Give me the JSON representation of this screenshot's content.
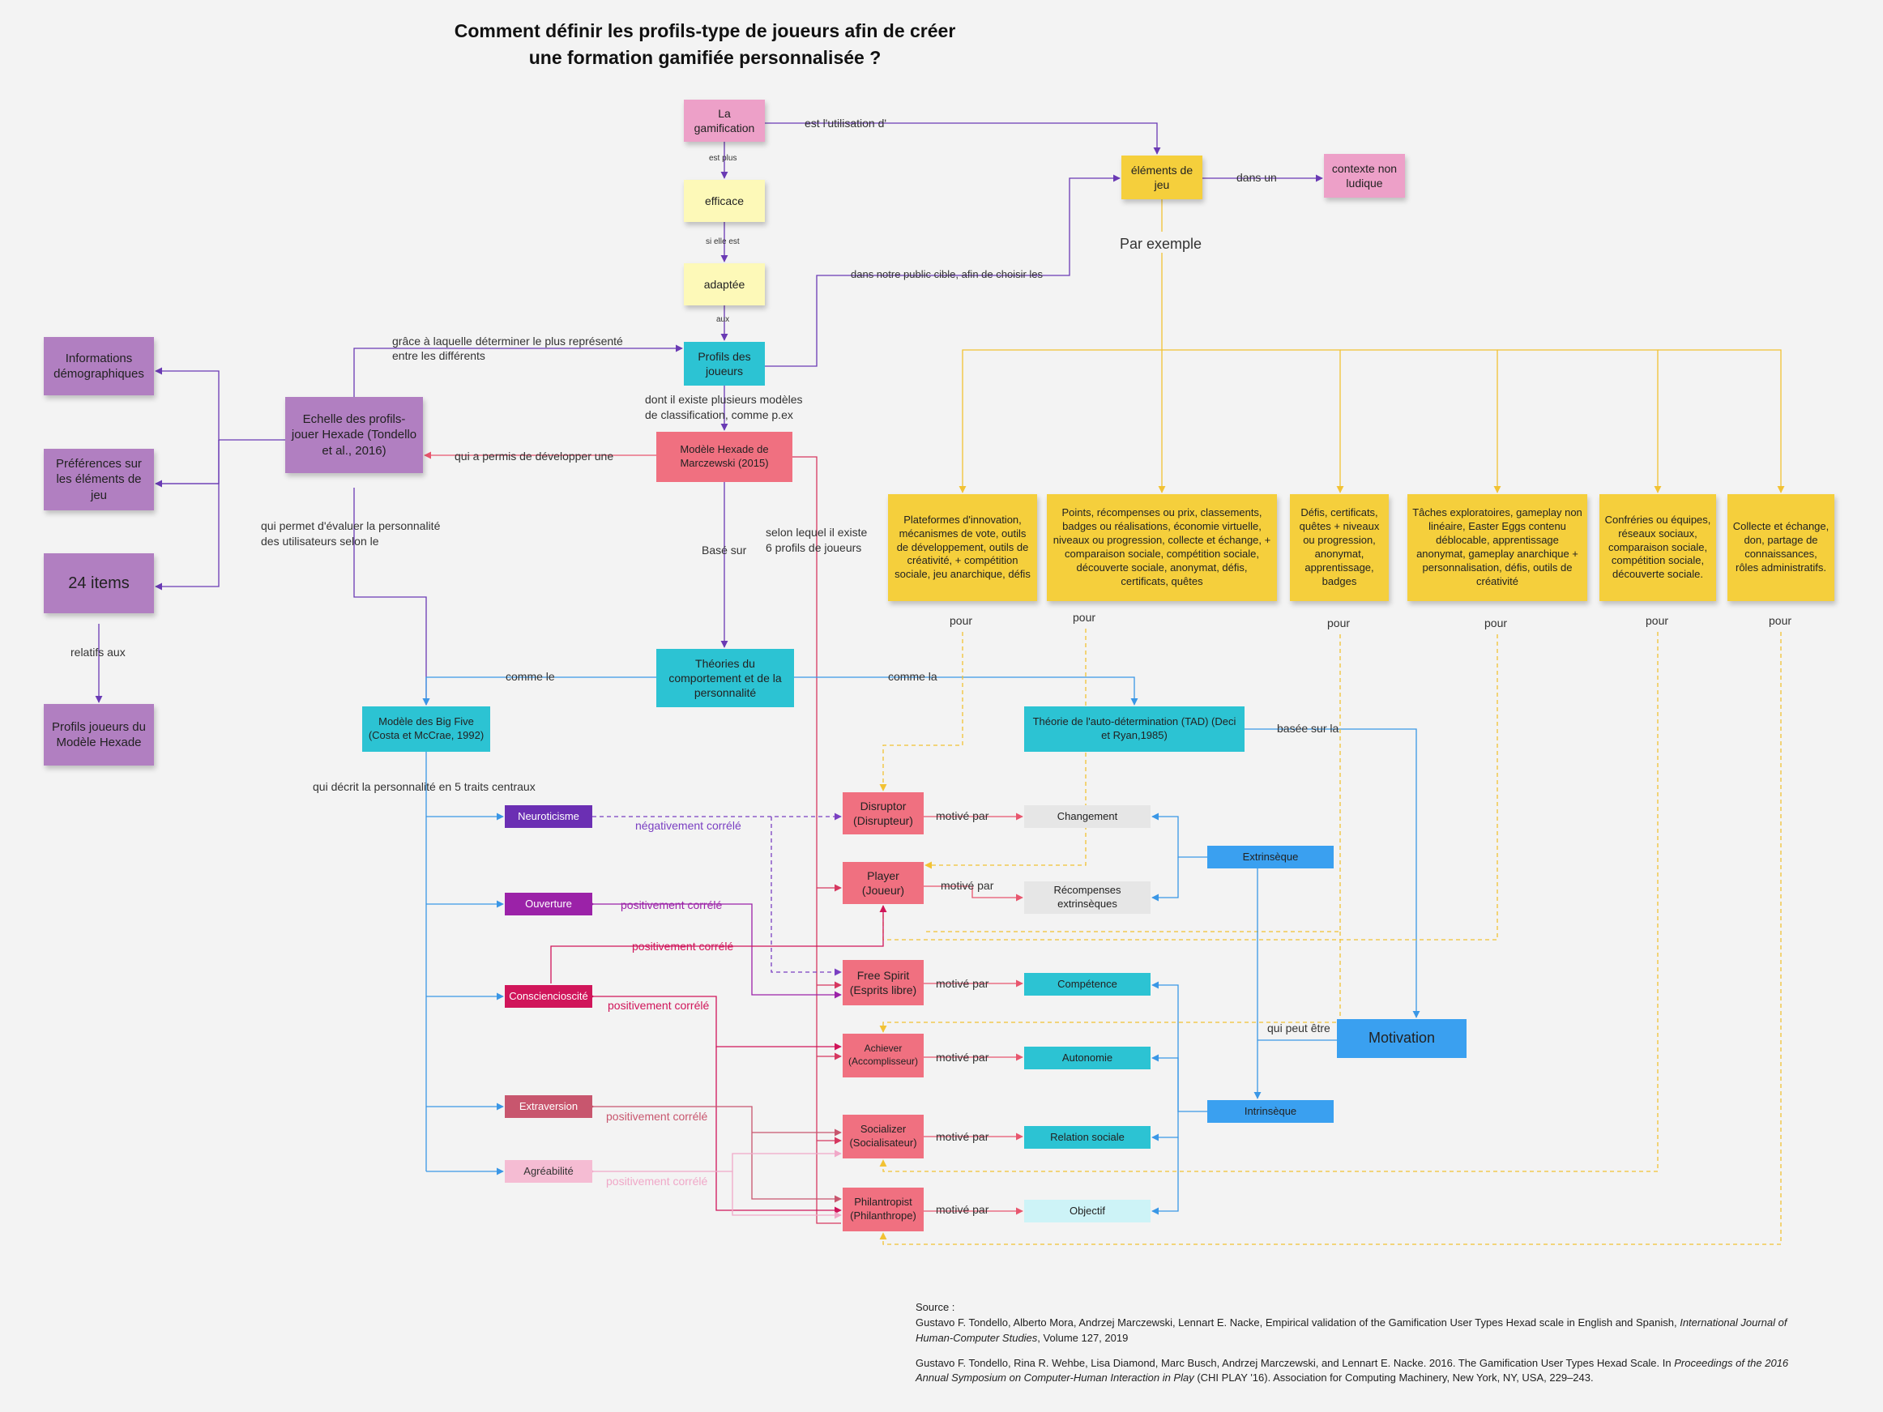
{
  "title": {
    "line1": "Comment définir les profils-type de joueurs afin de créer",
    "line2": "une formation gamifiée personnalisée ?"
  },
  "colors": {
    "pink": "#eda0c8",
    "yellow_light": "#fdf9b8",
    "yellow": "#f5cf3c",
    "cyan": "#2cc3d3",
    "red": "#f07080",
    "purple_light": "#b17fc1",
    "blue": "#3aa0f0",
    "gray": "#e6e6e6",
    "cyan_light": "#cdf3f7"
  },
  "nodes": {
    "gamification": "La gamification",
    "efficace": "efficace",
    "adaptee": "adaptée",
    "profils": "Profils des joueurs",
    "elements": "éléments de jeu",
    "contexte": "contexte non ludique",
    "hexade": "Modèle Hexade de Marczewski (2015)",
    "echelle": "Echelle des profils-jouer Hexade (Tondello et al., 2016)",
    "info_demo": "Informations démographiques",
    "preferences": "Préférences sur les éléments de jeu",
    "items24": "24 items",
    "profils_hexade": "Profils joueurs du Modèle Hexade",
    "theories": "Théories du comportement et de la personnalité",
    "bigfive": "Modèle des Big Five (Costa et McCrae, 1992)",
    "tad": "Théorie de l'auto-détermination (TAD) (Deci et Ryan,1985)",
    "neuroticisme": "Neuroticisme",
    "ouverture": "Ouverture",
    "conscienciosite": "Consciencioscité",
    "extraversion": "Extraversion",
    "agreabilite": "Agréabilité",
    "disruptor": "Disruptor (Disrupteur)",
    "player": "Player (Joueur)",
    "freespirit": "Free Spirit (Esprits libre)",
    "achiever": "Achiever (Accomplisseur)",
    "socializer": "Socializer (Socialisateur)",
    "philanthropist": "Philantropist (Philanthrope)",
    "changement": "Changement",
    "recompenses": "Récompenses extrinsèques",
    "competence": "Compétence",
    "autonomie": "Autonomie",
    "relation": "Relation sociale",
    "objectif": "Objectif",
    "extrinseque": "Extrinsèque",
    "intrinseque": "Intrinsèque",
    "motivation": "Motivation",
    "ex1": "Plateformes d'innovation, mécanismes de vote, outils de développement, outils de créativité, + compétition sociale, jeu anarchique, défis",
    "ex2": "Points, récompenses ou prix, classements, badges ou réalisations, économie virtuelle, niveaux ou progression, collecte et échange, + comparaison sociale, compétition sociale, découverte sociale, anonymat, défis, certificats, quêtes",
    "ex3": "Défis, certificats, quêtes + niveaux ou progression, anonymat, apprentissage, badges",
    "ex4": "Tâches exploratoires, gameplay non linéaire, Easter Eggs contenu déblocable, apprentissage anonymat, gameplay anarchique + personnalisation, défis, outils de créativité",
    "ex5": "Confréries ou équipes, réseaux sociaux, comparaison sociale, compétition sociale, découverte sociale.",
    "ex6": "Collecte et échange, don, partage de connaissances, rôles administratifs."
  },
  "labels": {
    "est_utilisation": "est l'utilisation d'",
    "est_plus": "est plus",
    "si_elle_est": "si elle est",
    "aux": "aux",
    "dans_un": "dans un",
    "par_exemple": "Par exemple",
    "dans_public": "dans notre public cible, afin de choisir les",
    "grace_1": "grâce à laquelle déterminer le plus représenté",
    "grace_2": "entre les différents",
    "dont_1": "dont il existe plusieurs modèles",
    "dont_2": "de classification, comme p.ex",
    "qui_permis": "qui a permis de développer une",
    "qui_evaluer_1": "qui permet d'évaluer la personnalité",
    "qui_evaluer_2": "des utilisateurs selon le",
    "relatifs": "relatifs aux",
    "base_sur": "Basé sur",
    "selon_1": "selon lequel il existe",
    "selon_2": "6 profils de joueurs",
    "comme_le": "comme le",
    "comme_la": "comme la",
    "basee_sur": "basée sur la",
    "qui_decrit": "qui décrit la personnalité en 5 traits centraux",
    "neg_correle": "négativement corrélé",
    "pos_correle": "positivement corrélé",
    "motive_par": "motivé par",
    "qui_peut": "qui peut être",
    "pour": "pour"
  },
  "source": {
    "heading": "Source :",
    "ref1_a": "Gustavo F. Tondello, Alberto Mora, Andrzej Marczewski, Lennart E. Nacke, Empirical validation of the Gamification User Types Hexad scale in English and Spanish, ",
    "ref1_i": "International Journal of Human-Computer Studies",
    "ref1_b": ", Volume 127, 2019",
    "ref2_a": "Gustavo F. Tondello, Rina R. Wehbe, Lisa Diamond, Marc Busch, Andrzej Marczewski, and Lennart E. Nacke. 2016. The Gamification User Types Hexad Scale. In ",
    "ref2_i": "Proceedings of the 2016 Annual Symposium on Computer-Human Interaction in Play",
    "ref2_b": " (CHI PLAY '16). Association for Computing Machinery, New York, NY, USA, 229–243."
  }
}
